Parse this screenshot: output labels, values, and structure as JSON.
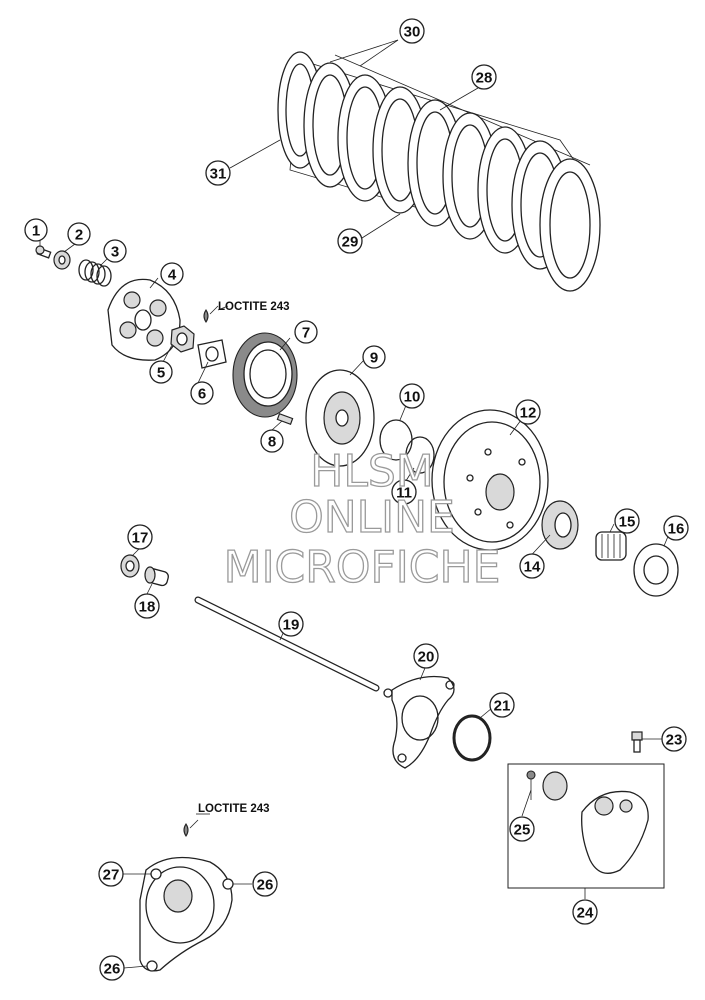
{
  "diagram": {
    "callouts": [
      {
        "id": "c1",
        "text": "1"
      },
      {
        "id": "c2",
        "text": "2"
      },
      {
        "id": "c3",
        "text": "3"
      },
      {
        "id": "c4",
        "text": "4"
      },
      {
        "id": "c5",
        "text": "5"
      },
      {
        "id": "c6",
        "text": "6"
      },
      {
        "id": "c7",
        "text": "7"
      },
      {
        "id": "c8",
        "text": "8"
      },
      {
        "id": "c9",
        "text": "9"
      },
      {
        "id": "c10",
        "text": "10"
      },
      {
        "id": "c11",
        "text": "11"
      },
      {
        "id": "c12",
        "text": "12"
      },
      {
        "id": "c14",
        "text": "14"
      },
      {
        "id": "c15",
        "text": "15"
      },
      {
        "id": "c16",
        "text": "16"
      },
      {
        "id": "c17",
        "text": "17"
      },
      {
        "id": "c18",
        "text": "18"
      },
      {
        "id": "c19",
        "text": "19"
      },
      {
        "id": "c20",
        "text": "20"
      },
      {
        "id": "c21",
        "text": "21"
      },
      {
        "id": "c23",
        "text": "23"
      },
      {
        "id": "c24",
        "text": "24"
      },
      {
        "id": "c25",
        "text": "25"
      },
      {
        "id": "c26a",
        "text": "26"
      },
      {
        "id": "c26b",
        "text": "26"
      },
      {
        "id": "c27",
        "text": "27"
      },
      {
        "id": "c28",
        "text": "28"
      },
      {
        "id": "c29",
        "text": "29"
      },
      {
        "id": "c30",
        "text": "30"
      },
      {
        "id": "c31",
        "text": "31"
      }
    ],
    "notes": {
      "loctite_top": "LOCTITE 243",
      "loctite_bottom": "LOCTITE 243"
    },
    "watermark": {
      "line1": "HLSM",
      "line2": "ONLINE",
      "line3": "MICROFICHE"
    }
  }
}
